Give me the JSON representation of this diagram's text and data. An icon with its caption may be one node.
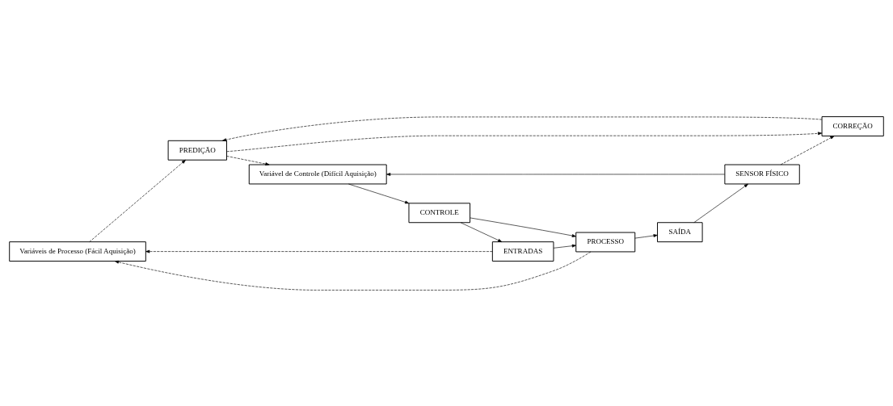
{
  "diagram": {
    "nodes": [
      {
        "text": [
          "Variáveis de Processo (Fácil Aquisição)"
        ]
      },
      {
        "text": [
          "PREDIÇÃO"
        ]
      },
      {
        "text": [
          "ENTRADAS"
        ]
      },
      {
        "text": [
          "PROCESSO"
        ]
      },
      {
        "text": [
          "SAÍDA"
        ]
      },
      {
        "text": [
          "CORREÇÃO"
        ]
      },
      {
        "text": [
          "SENSOR FÍSICO"
        ]
      },
      {
        "text": [
          "CONTROLE"
        ]
      },
      {
        "text": [
          "Variável de Controle (Difícil Aquisição)"
        ]
      }
    ],
    "edges": [
      {
        "from": 2,
        "to": 3,
        "arrow": "to"
      },
      {
        "from": 3,
        "to": 4,
        "arrow": "to"
      },
      {
        "from": 4,
        "to": 6,
        "arrow": "to"
      },
      {
        "from": 6,
        "to": 8,
        "arrow": "to"
      },
      {
        "from": 8,
        "to": 7,
        "arrow": "to"
      },
      {
        "from": 7,
        "to": 2,
        "arrow": "to"
      },
      {
        "from": 7,
        "to": 3,
        "arrow": "to"
      },
      {
        "from": 3,
        "to": 0,
        "arrow": "to",
        "style": "dashed"
      },
      {
        "from": 2,
        "to": 0,
        "arrow": "to",
        "style": "dashed"
      },
      {
        "from": 0,
        "to": 1,
        "arrow": "to",
        "style": "dashed"
      },
      {
        "from": 1,
        "to": 5,
        "arrow": "to",
        "style": "dashed"
      },
      {
        "from": 1,
        "to": 8,
        "arrow": "to",
        "style": "dashed"
      },
      {
        "from": 6,
        "to": 5,
        "arrow": "to",
        "style": "dashed"
      },
      {
        "from": 5,
        "to": 1,
        "arrow": "to",
        "style": "dashed"
      }
    ]
  }
}
